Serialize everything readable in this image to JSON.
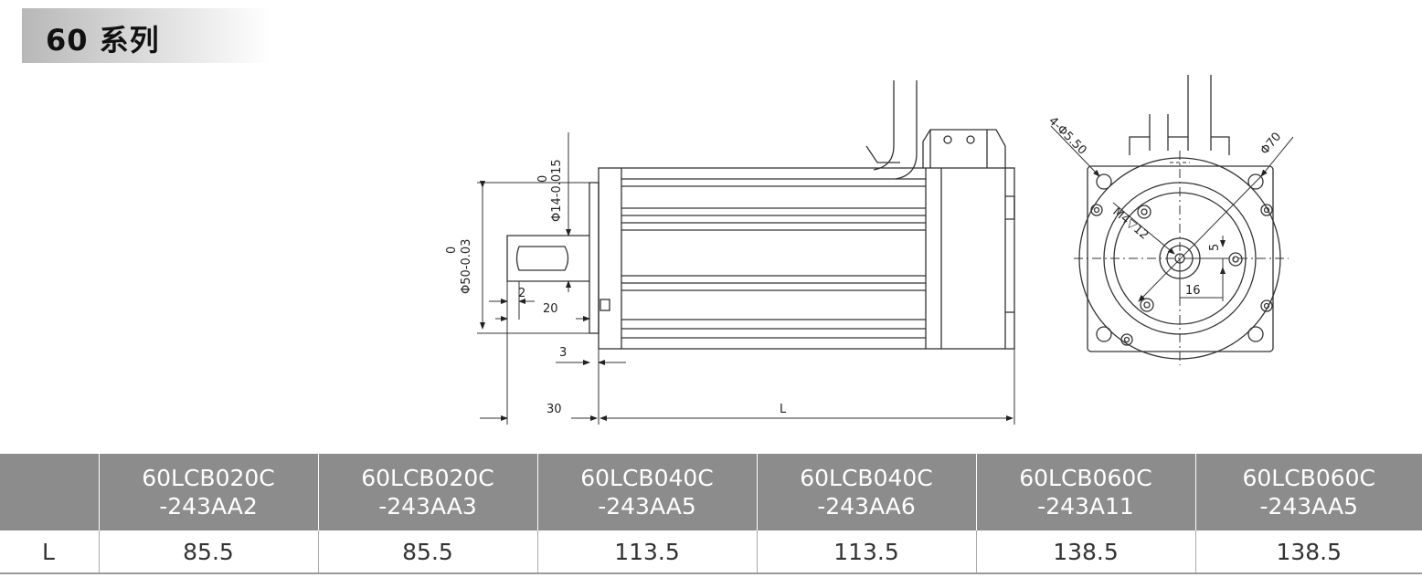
{
  "section_title": "60 系列",
  "drawing": {
    "side_view": {
      "shaft_dia_label": "Φ14-0.015",
      "shaft_dia_upper": "0",
      "flange_dia_label": "Φ50-0.03",
      "flange_dia_upper": "0",
      "dim_2": "2",
      "dim_20": "20",
      "dim_3": "3",
      "dim_30": "30",
      "dim_L": "L"
    },
    "front_view": {
      "holes_label": "4-Φ5.50",
      "pcd_label": "Φ70",
      "thread_label": "M4▽12",
      "dim_5": "5",
      "dim_16": "16"
    }
  },
  "spec_table": {
    "headers": [
      {
        "line1": "",
        "line2": ""
      },
      {
        "line1": "60LCB020C",
        "line2": "-243AA2"
      },
      {
        "line1": "60LCB020C",
        "line2": "-243AA3"
      },
      {
        "line1": "60LCB040C",
        "line2": "-243AA5"
      },
      {
        "line1": "60LCB040C",
        "line2": "-243AA6"
      },
      {
        "line1": "60LCB060C",
        "line2": "-243A11"
      },
      {
        "line1": "60LCB060C",
        "line2": "-243AA5"
      }
    ],
    "row": {
      "label": "L",
      "values": [
        "85.5",
        "85.5",
        "113.5",
        "113.5",
        "138.5",
        "138.5"
      ]
    }
  }
}
